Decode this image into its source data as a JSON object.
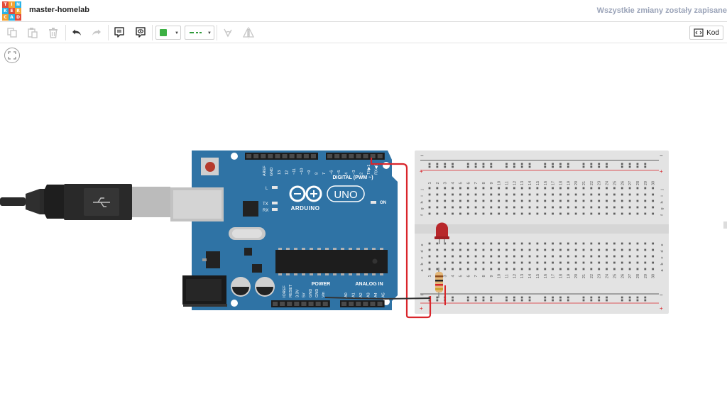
{
  "app": {
    "logo_letters": [
      "T",
      "I",
      "N",
      "K",
      "E",
      "R",
      "C",
      "A",
      "D"
    ],
    "project_title": "master-homelab",
    "save_status": "Wszystkie zmiany zostały zapisane"
  },
  "toolbar": {
    "code_label": "Kod",
    "color_swatch": "#3cb043",
    "icons": [
      "copy-icon",
      "paste-icon",
      "delete-icon",
      "undo-icon",
      "redo-icon",
      "notes-icon",
      "notes-visibility-icon",
      "color-picker",
      "line-style-picker",
      "rotate-icon",
      "mirror-icon"
    ]
  },
  "arduino": {
    "brand": "ARDUINO",
    "model": "UNO",
    "digital_label": "DIGITAL (PWM ~)",
    "power_label": "POWER",
    "analog_label": "ANALOG IN",
    "on_label": "ON",
    "tx_label": "TX",
    "rx_label": "RX",
    "l_label": "L",
    "aref_label": "AREF",
    "gnd_label": "GND",
    "digital_pins": [
      "13",
      "12",
      "~11",
      "~10",
      "~9",
      "8",
      "7",
      "~6",
      "~5",
      "4",
      "~3",
      "2",
      "TX▶1",
      "RX◀0"
    ],
    "power_pins": [
      "IOREF",
      "RESET",
      "3.3V",
      "5V",
      "GND",
      "GND",
      "Vin"
    ],
    "analog_pins": [
      "A0",
      "A1",
      "A2",
      "A3",
      "A4",
      "A5"
    ]
  },
  "breadboard": {
    "columns": [
      "1",
      "2",
      "3",
      "4",
      "5",
      "6",
      "7",
      "8",
      "9",
      "10",
      "11",
      "12",
      "13",
      "14",
      "15",
      "16",
      "17",
      "18",
      "19",
      "20",
      "21",
      "22",
      "23",
      "24",
      "25",
      "26",
      "27",
      "28",
      "29",
      "30"
    ],
    "rows_top": [
      "j",
      "i",
      "h",
      "g",
      "f"
    ],
    "rows_bottom": [
      "e",
      "d",
      "c",
      "b",
      "a"
    ],
    "minus": "−",
    "plus": "+"
  },
  "colors": {
    "board_blue": "#2c6f9e",
    "wire_red": "#d9252b",
    "wire_dark": "#333333",
    "led_red": "#b8272b"
  }
}
